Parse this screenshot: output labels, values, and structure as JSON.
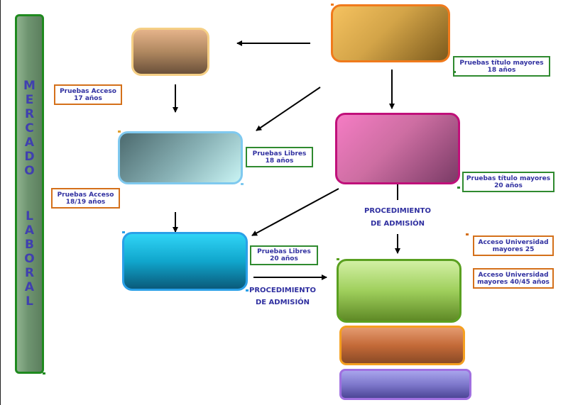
{
  "sidebar": {
    "word1": [
      "M",
      "E",
      "R",
      "C",
      "A",
      "D",
      "O"
    ],
    "word2": [
      "L",
      "A",
      "B",
      "O",
      "R",
      "A",
      "L"
    ]
  },
  "labels": {
    "acceso17": "Pruebas Acceso 17 años",
    "acceso1819": "Pruebas Acceso 18/19 años",
    "libres18": "Pruebas Libres 18 años",
    "libres20": "Pruebas Libres 20 años",
    "titulo18": "Pruebas título mayores 18 años",
    "titulo20": "Pruebas título mayores 20 años",
    "univ25": "Acceso Universidad mayores 25",
    "univ4045": "Acceso Universidad mayores 40/45 años"
  },
  "procedures": {
    "right_line1": "PROCEDIMIENTO",
    "right_line2": "DE ADMISIÓN",
    "bottom_line1": "PROCEDIMIENTO",
    "bottom_line2": "DE ADMISIÓN"
  },
  "colors": {
    "label_text": "#3030a0",
    "sidebar_border": "#1f8a1f",
    "arrow": "#000000"
  }
}
